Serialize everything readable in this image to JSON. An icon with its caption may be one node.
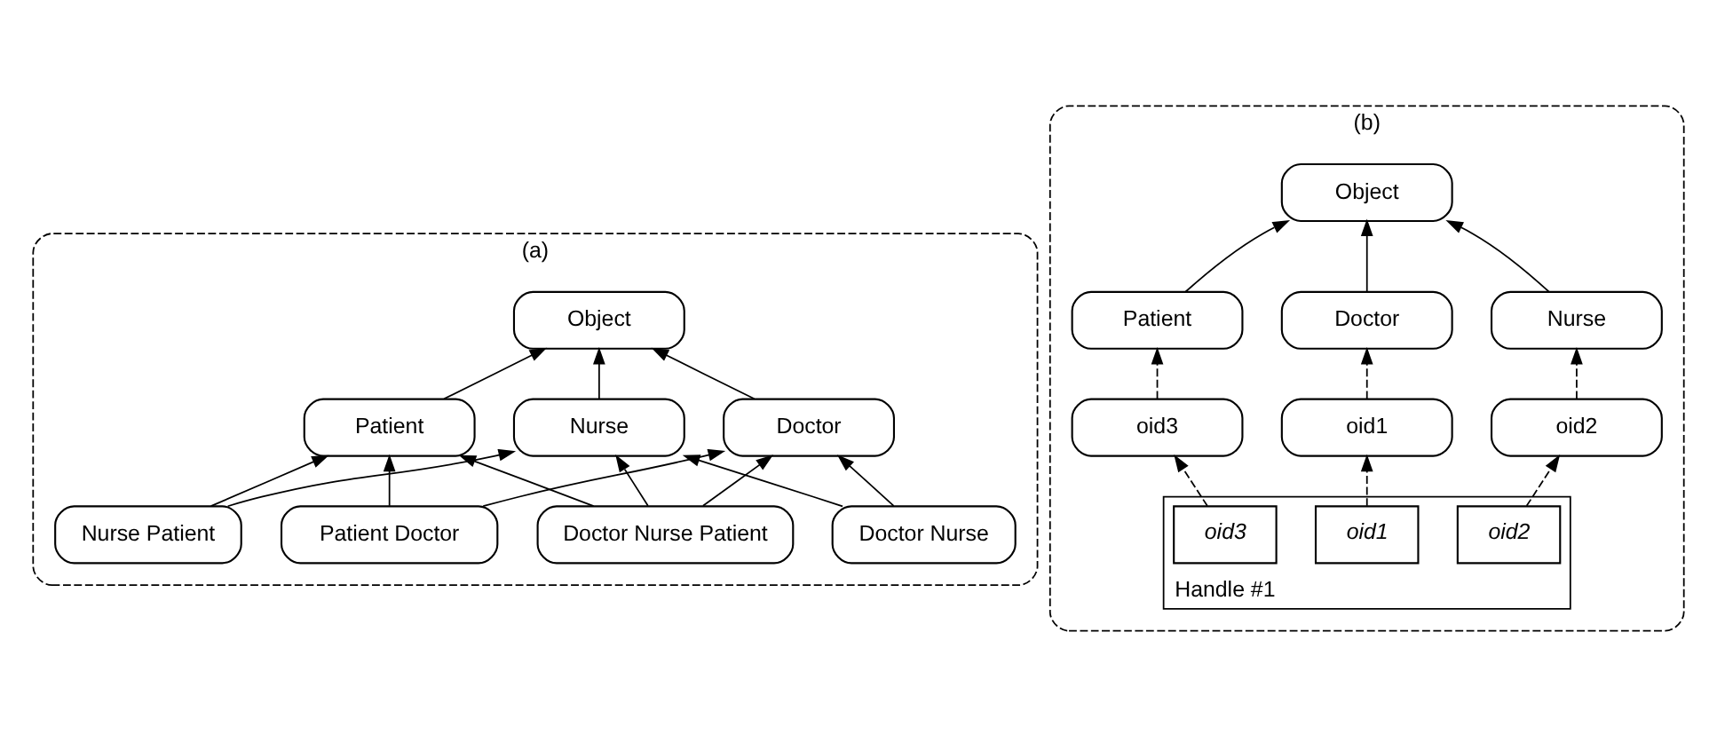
{
  "diagram": {
    "nodes": [
      {
        "text": [
          "(a)"
        ]
      },
      {
        "text": [
          "Object"
        ],
        "in": 0
      },
      {
        "text": [
          "Doctor"
        ],
        "in": 0
      },
      {
        "text": [
          "Nurse"
        ],
        "in": 0
      },
      {
        "text": [
          "Patient"
        ],
        "in": 0
      },
      {
        "text": [
          "Doctor Nurse"
        ],
        "in": 0
      },
      {
        "text": [
          "Doctor Nurse Patient"
        ],
        "in": 0
      },
      {
        "text": [
          "Nurse Patient"
        ],
        "in": 0
      },
      {
        "text": [
          "Patient Doctor"
        ],
        "in": 0
      },
      {
        "text": [
          "(b)"
        ]
      },
      {
        "text": [
          "Object"
        ],
        "in": 9
      },
      {
        "text": [
          "Doctor"
        ],
        "in": 9
      },
      {
        "text": [
          "Nurse"
        ],
        "in": 9
      },
      {
        "text": [
          "Patient"
        ],
        "in": 9
      },
      {
        "text": [
          "oid1"
        ],
        "in": 9
      },
      {
        "text": [
          "oid2"
        ],
        "in": 9
      },
      {
        "text": [
          "oid3"
        ],
        "in": 9
      },
      {
        "text": [
          "Handle #1"
        ],
        "in": 9
      },
      {
        "text": [
          "oid1"
        ],
        "in": 17
      },
      {
        "text": [
          "oid2"
        ],
        "in": 17
      },
      {
        "text": [
          "oid3"
        ],
        "in": 17
      }
    ],
    "edges": [
      {
        "from": 2,
        "to": 1,
        "arrow": "to"
      },
      {
        "from": 3,
        "to": 1,
        "arrow": "to"
      },
      {
        "from": 4,
        "to": 1,
        "arrow": "to"
      },
      {
        "from": 5,
        "to": 2,
        "arrow": "to"
      },
      {
        "from": 5,
        "to": 3,
        "arrow": "to"
      },
      {
        "from": 6,
        "to": 2,
        "arrow": "to"
      },
      {
        "from": 6,
        "to": 3,
        "arrow": "to"
      },
      {
        "from": 6,
        "to": 4,
        "arrow": "to"
      },
      {
        "from": 7,
        "to": 3,
        "arrow": "to"
      },
      {
        "from": 7,
        "to": 4,
        "arrow": "to"
      },
      {
        "from": 8,
        "to": 2,
        "arrow": "to"
      },
      {
        "from": 8,
        "to": 4,
        "arrow": "to"
      },
      {
        "from": 11,
        "to": 10,
        "arrow": "to"
      },
      {
        "from": 12,
        "to": 10,
        "arrow": "to"
      },
      {
        "from": 13,
        "to": 10,
        "arrow": "to"
      },
      {
        "from": 14,
        "to": 11,
        "arrow": "to",
        "style": "dashed"
      },
      {
        "from": 15,
        "to": 12,
        "arrow": "to",
        "style": "dashed"
      },
      {
        "from": 16,
        "to": 13,
        "arrow": "to",
        "style": "dashed"
      },
      {
        "from": 18,
        "to": 14,
        "arrow": "to",
        "style": "dashed"
      },
      {
        "from": 19,
        "to": 15,
        "arrow": "to",
        "style": "dashed"
      },
      {
        "from": 20,
        "to": 16,
        "arrow": "to",
        "style": "dashed"
      }
    ]
  }
}
